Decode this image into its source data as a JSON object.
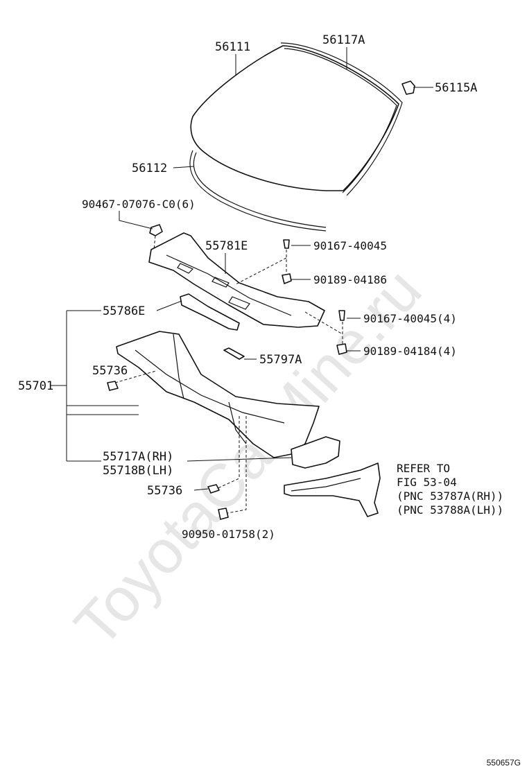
{
  "watermark": "ToyotaCarMine.ru",
  "figure_code": "550657G",
  "labels": {
    "p56111": "56111",
    "p56117A": "56117A",
    "p56115A": "56115A",
    "p56112": "56112",
    "p90467": "90467-07076-C0(6)",
    "p55781E": "55781E",
    "p90167a": "90167-40045",
    "p90189a": "90189-04186",
    "p55786E": "55786E",
    "p90167b": "90167-40045(4)",
    "p90189b": "90189-04184(4)",
    "p55736a": "55736",
    "p55797A": "55797A",
    "p55701": "55701",
    "p55717A": "55717A(RH)",
    "p55718B": "55718B(LH)",
    "p55736b": "55736",
    "p90950": "90950-01758(2)"
  },
  "refer": {
    "line1": "REFER TO",
    "line2": "FIG 53-04",
    "line3": "(PNC 53787A(RH))",
    "line4": "(PNC 53788A(LH))"
  }
}
